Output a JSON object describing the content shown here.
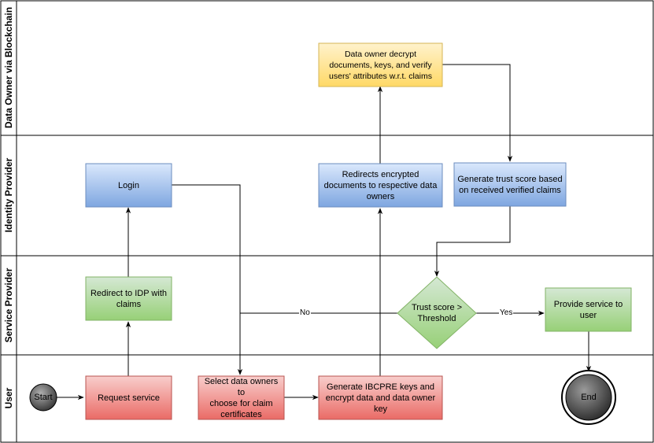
{
  "lanes": [
    {
      "id": "data_owner",
      "label": "Data Owner via Blockchain"
    },
    {
      "id": "identity_provider",
      "label": "Identity Provider"
    },
    {
      "id": "service_provider",
      "label": "Service Provider"
    },
    {
      "id": "user",
      "label": "User"
    }
  ],
  "nodes": {
    "decrypt": "Data owner decrypt\ndocuments, keys, and verify\nusers' attributes w.r.t. claims",
    "login": "Login",
    "redirects_encrypted": "Redirects encrypted\ndocuments to respective data\nowners",
    "trust_score_gen": "Generate trust score based\non received verified claims",
    "redirect_idp": "Redirect to IDP with\nclaims",
    "decision": "Trust score >\nThreshold",
    "provide_service": "Provide service to\nuser",
    "start": "Start",
    "request_service": "Request service",
    "select_owners": "Select data owners to\nchoose for claim\ncertificates",
    "generate_keys": "Generate IBCPRE keys and\nencrypt data and data owner\nkey",
    "end": "End"
  },
  "edge_labels": {
    "no": "No",
    "yes": "Yes"
  },
  "colors": {
    "yellow_fill_top": "#fff2cc",
    "yellow_fill_bottom": "#ffd966",
    "yellow_stroke": "#d6b656",
    "blue_fill_top": "#dae8fc",
    "blue_fill_bottom": "#7ea6e0",
    "blue_stroke": "#6c8ebf",
    "green_fill_top": "#d5e8d4",
    "green_fill_bottom": "#97d077",
    "green_stroke": "#82b366",
    "red_fill_top": "#f8cecc",
    "red_fill_bottom": "#ea6b66",
    "red_stroke": "#b85450"
  }
}
